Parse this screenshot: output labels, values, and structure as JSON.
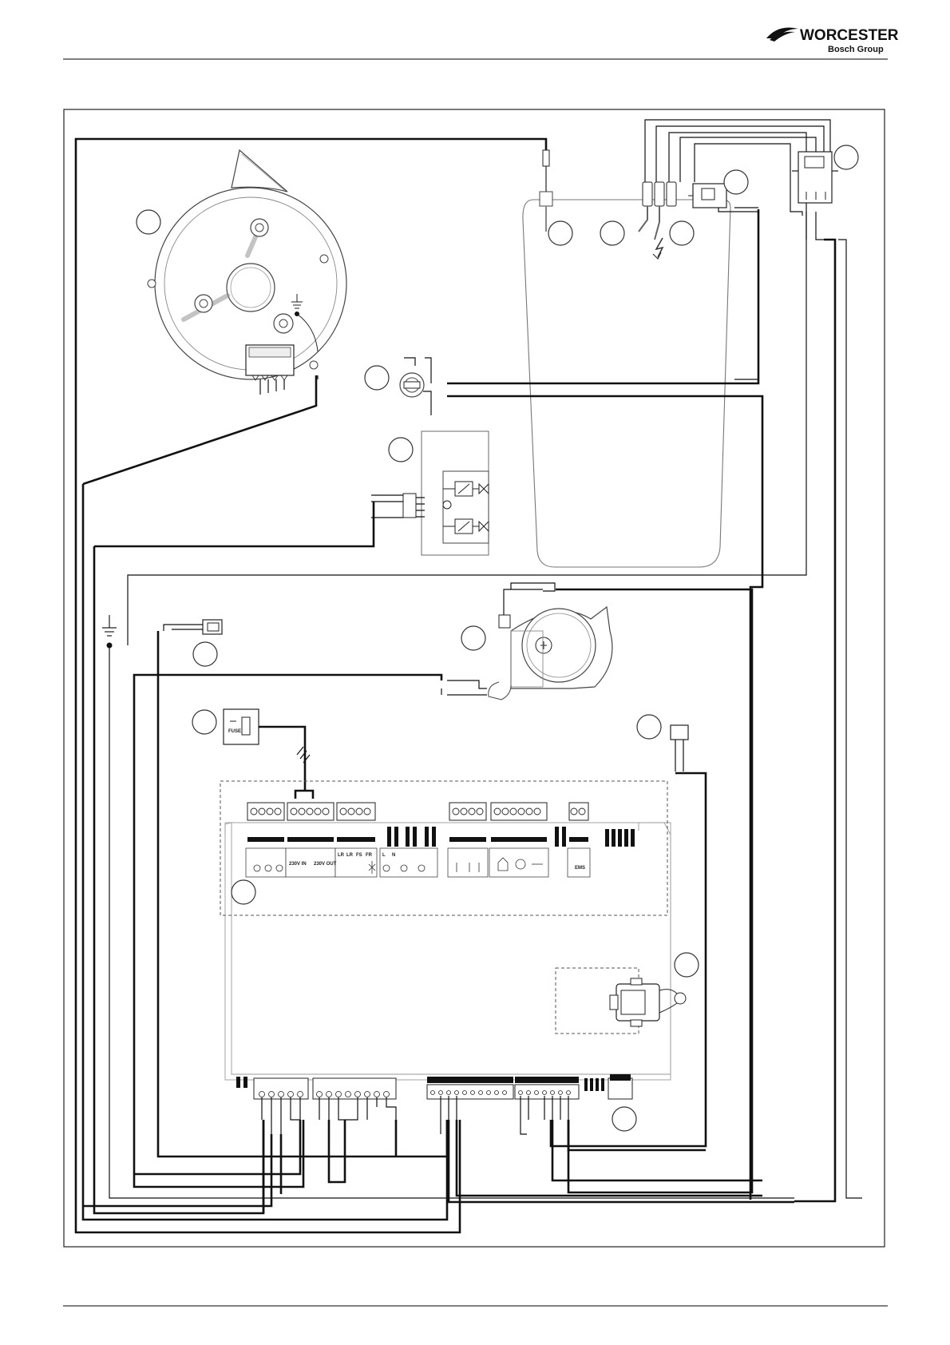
{
  "header": {
    "brand_name": "WORCESTER",
    "brand_sub": "Bosch Group"
  },
  "diagram": {
    "type": "boiler wiring diagram",
    "pcb_upper_labels": {
      "mains_in": "230V IN",
      "mains_out": "230V OUT",
      "terminal_LR1": "LR",
      "terminal_LR2": "LR",
      "terminal_FS": "FS",
      "terminal_FR": "FR",
      "terminal_L": "L",
      "terminal_N": "N",
      "emc_label": "EMS"
    },
    "fuse_label": "FUSE",
    "colors": {
      "wire": "#111111",
      "outline": "#777777",
      "dashed_box": "#555555"
    },
    "icons": [
      "fan-icon",
      "electrode-icon",
      "gas-valve-icon",
      "pump-icon",
      "earth-icon",
      "spark-icon",
      "pcb-icon",
      "pressure-sensor-icon",
      "fuse-icon",
      "thermostat-icon",
      "house-icon",
      "snowflake-icon"
    ]
  }
}
